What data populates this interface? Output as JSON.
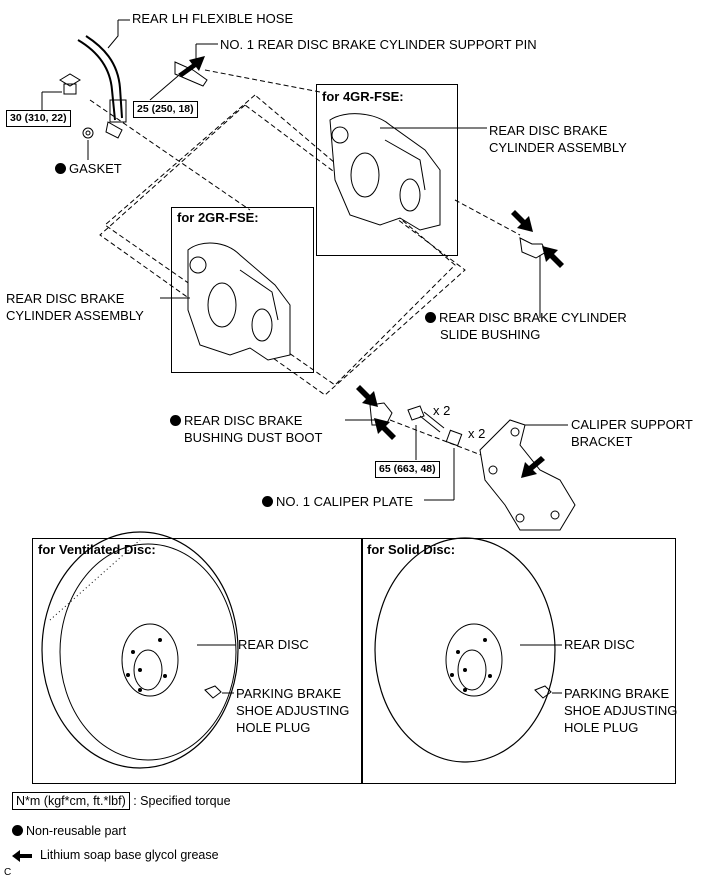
{
  "labels": {
    "rear_lh_flexible_hose": "REAR LH FLEXIBLE HOSE",
    "support_pin": "NO. 1 REAR DISC BRAKE CYLINDER SUPPORT PIN",
    "torque_30": "30 (310, 22)",
    "torque_25": "25 (250, 18)",
    "gasket": "GASKET",
    "for_4gr": "for 4GR-FSE:",
    "cyl_assy_4gr_line1": "REAR DISC BRAKE",
    "cyl_assy_4gr_line2": "CYLINDER ASSEMBLY",
    "for_2gr": "for 2GR-FSE:",
    "cyl_assy_2gr_line1": "REAR DISC BRAKE",
    "cyl_assy_2gr_line2": "CYLINDER ASSEMBLY",
    "slide_bushing_line1": "REAR DISC BRAKE CYLINDER",
    "slide_bushing_line2": "SLIDE BUSHING",
    "dust_boot_line1": "REAR DISC BRAKE",
    "dust_boot_line2": "BUSHING DUST BOOT",
    "x2_bolt": "x 2",
    "x2_plate": "x 2",
    "caliper_bracket_line1": "CALIPER SUPPORT",
    "caliper_bracket_line2": "BRACKET",
    "torque_65": "65 (663, 48)",
    "caliper_plate": "NO. 1 CALIPER PLATE",
    "for_ventilated": "for Ventilated Disc:",
    "for_solid": "for Solid Disc:",
    "rear_disc_v": "REAR DISC",
    "plug_v_line1": "PARKING BRAKE",
    "plug_v_line2": "SHOE ADJUSTING",
    "plug_v_line3": "HOLE PLUG",
    "rear_disc_s": "REAR DISC",
    "plug_s_line1": "PARKING BRAKE",
    "plug_s_line2": "SHOE ADJUSTING",
    "plug_s_line3": "HOLE PLUG"
  },
  "legend": {
    "torque_unit": "N*m (kgf*cm, ft.*lbf)",
    "torque_desc": ": Specified torque",
    "nonreusable": "Non-reusable part",
    "grease": "Lithium soap base glycol grease"
  },
  "corner_mark": "C"
}
